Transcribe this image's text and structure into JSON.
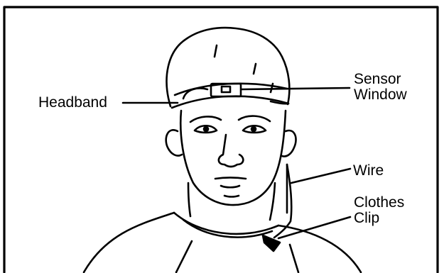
{
  "callouts": {
    "headband": "Headband",
    "sensor_window": [
      "Sensor",
      "Window"
    ],
    "wire": "Wire",
    "clothes_clip": [
      "Clothes",
      "Clip"
    ]
  },
  "colors": {
    "ink": "#000000",
    "background": "#ffffff"
  }
}
